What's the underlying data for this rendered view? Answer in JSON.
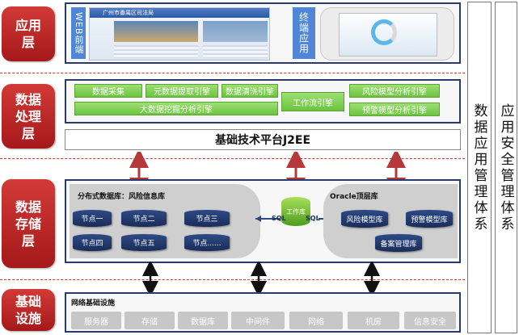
{
  "layers": [
    {
      "label": "应用\n层"
    },
    {
      "label": "数据\n处理\n层"
    },
    {
      "label": "数据\n存储\n层"
    },
    {
      "label": "基础\n设施"
    }
  ],
  "app": {
    "web_tag": "WEB前端",
    "web_title": "广州市番禺区司法局",
    "mobile_tag": "终端应用"
  },
  "processing": {
    "engines": [
      "数据采集",
      "元数据提取引擎",
      "数据清洗引擎",
      "风险模型分析引擎",
      "大数据挖掘分析引擎",
      "工作流引擎",
      "预警模型分析引擎"
    ],
    "platform": "基础技术平台J2EE"
  },
  "storage": {
    "distributed_title": "分布式数据库：风险信息库",
    "nodes": [
      "节点一",
      "节点二",
      "节点三",
      "节点四",
      "节点五",
      "节点......"
    ],
    "workflow_db": "工作库",
    "sql_left": "SQL",
    "sql_right": "SQL",
    "oracle_title": "Oracle顶层库",
    "oracle_dbs": [
      "风险模型库",
      "预警模型库",
      "备案管理库"
    ]
  },
  "infra": {
    "title": "网络基础设施",
    "items": [
      "服务器",
      "存储",
      "数据库",
      "中间件",
      "网络",
      "机房",
      "信息安全"
    ]
  },
  "side": {
    "data_mgmt": "数据应用管理体系",
    "security_mgmt": "应用安全管理体系"
  },
  "colors": {
    "layer_red": "#b82523",
    "panel_border": "#2a3b6b",
    "engine_green": "#7fd04f",
    "node_blue": "#233a6e",
    "arrow_red": "#b5383a"
  }
}
